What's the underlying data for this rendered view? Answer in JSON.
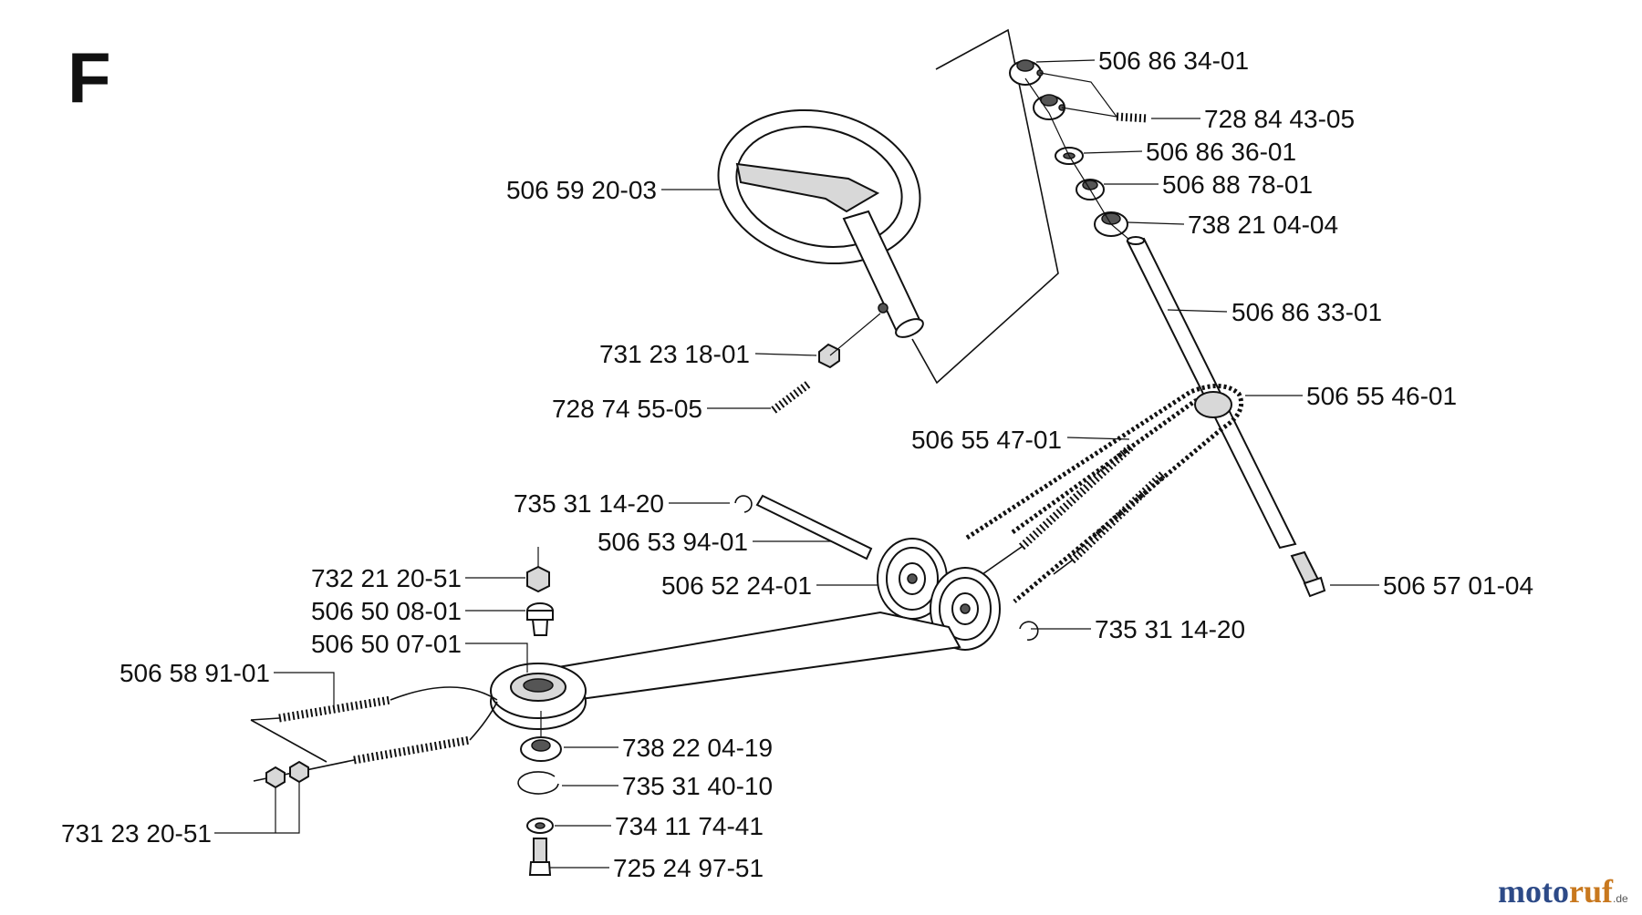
{
  "section_label": "F",
  "parts": [
    {
      "id": "p1",
      "number": "506 86 34-01"
    },
    {
      "id": "p2",
      "number": "728 84 43-05"
    },
    {
      "id": "p3",
      "number": "506 86 36-01"
    },
    {
      "id": "p4",
      "number": "506 88 78-01"
    },
    {
      "id": "p5",
      "number": "738 21 04-04"
    },
    {
      "id": "p6",
      "number": "506 59 20-03"
    },
    {
      "id": "p7",
      "number": "506 86 33-01"
    },
    {
      "id": "p8",
      "number": "731 23 18-01"
    },
    {
      "id": "p9",
      "number": "728 74 55-05"
    },
    {
      "id": "p10",
      "number": "506 55 46-01"
    },
    {
      "id": "p11",
      "number": "506 55 47-01"
    },
    {
      "id": "p12",
      "number": "735 31 14-20"
    },
    {
      "id": "p13",
      "number": "506 53 94-01"
    },
    {
      "id": "p14",
      "number": "506 52 24-01"
    },
    {
      "id": "p15",
      "number": "506 57 01-04"
    },
    {
      "id": "p16",
      "number": "732 21 20-51"
    },
    {
      "id": "p17",
      "number": "735 31 14-20"
    },
    {
      "id": "p18",
      "number": "506 50 08-01"
    },
    {
      "id": "p19",
      "number": "506 50 07-01"
    },
    {
      "id": "p20",
      "number": "506 58 91-01"
    },
    {
      "id": "p21",
      "number": "738 22 04-19"
    },
    {
      "id": "p22",
      "number": "735 31 40-10"
    },
    {
      "id": "p23",
      "number": "734 11 74-41"
    },
    {
      "id": "p24",
      "number": "725 24 97-51"
    },
    {
      "id": "p25",
      "number": "731 23 20-51"
    }
  ],
  "watermark": {
    "brand_a": "moto",
    "brand_b": "ruf",
    "suffix": ".de"
  },
  "colors": {
    "line": "#111111",
    "watermark_blue": "#2d4a87",
    "watermark_orange": "#c8781e"
  }
}
